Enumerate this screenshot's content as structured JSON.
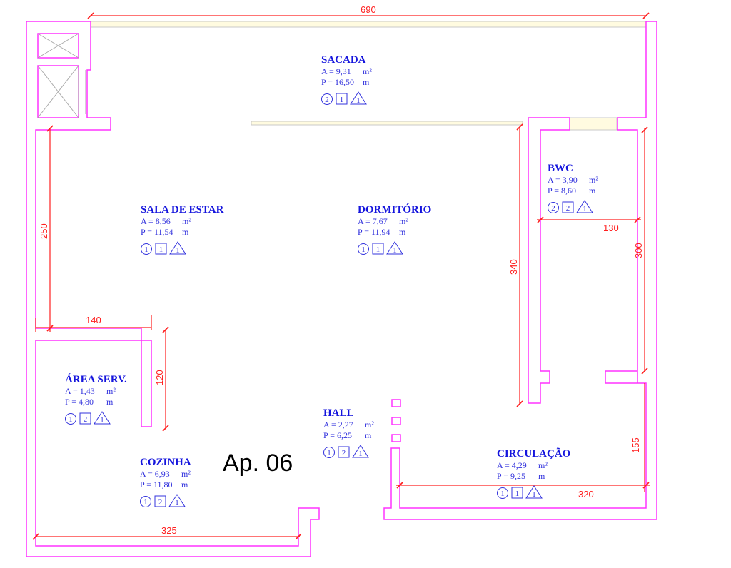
{
  "apartment_label": "Ap. 06",
  "rooms": [
    {
      "name": "SACADA",
      "area": "A = 9,31",
      "area_unit": "m²",
      "perimeter": "P = 16,50",
      "perimeter_unit": "m",
      "circle": "2",
      "square": "1",
      "triangle": "1"
    },
    {
      "name": "SALA DE ESTAR",
      "area": "A = 8,56",
      "area_unit": "m²",
      "perimeter": "P = 11,54",
      "perimeter_unit": "m",
      "circle": "1",
      "square": "1",
      "triangle": "1"
    },
    {
      "name": "DORMITÓRIO",
      "area": "A = 7,67",
      "area_unit": "m²",
      "perimeter": "P = 11,94",
      "perimeter_unit": "m",
      "circle": "1",
      "square": "1",
      "triangle": "1"
    },
    {
      "name": "BWC",
      "area": "A = 3,90",
      "area_unit": "m²",
      "perimeter": "P = 8,60",
      "perimeter_unit": "m",
      "circle": "2",
      "square": "2",
      "triangle": "1"
    },
    {
      "name": "ÁREA SERV.",
      "area": "A = 1,43",
      "area_unit": "m²",
      "perimeter": "P = 4,80",
      "perimeter_unit": "m",
      "circle": "1",
      "square": "2",
      "triangle": "1"
    },
    {
      "name": "HALL",
      "area": "A = 2,27",
      "area_unit": "m²",
      "perimeter": "P = 6,25",
      "perimeter_unit": "m",
      "circle": "1",
      "square": "2",
      "triangle": "1"
    },
    {
      "name": "COZINHA",
      "area": "A = 6,93",
      "area_unit": "m²",
      "perimeter": "P = 11,80",
      "perimeter_unit": "m",
      "circle": "1",
      "square": "2",
      "triangle": "1"
    },
    {
      "name": "CIRCULAÇÃO",
      "area": "A = 4,29",
      "area_unit": "m²",
      "perimeter": "P = 9,25",
      "perimeter_unit": "m",
      "circle": "1",
      "square": "1",
      "triangle": "1"
    }
  ],
  "dimensions": {
    "top": "690",
    "sala_height": "250",
    "area_serv_width": "140",
    "area_serv_height": "120",
    "dormitorio_height": "340",
    "bwc_width": "130",
    "bwc_height": "300",
    "circulacao_height": "155",
    "circulacao_width": "320",
    "cozinha_width": "325"
  }
}
